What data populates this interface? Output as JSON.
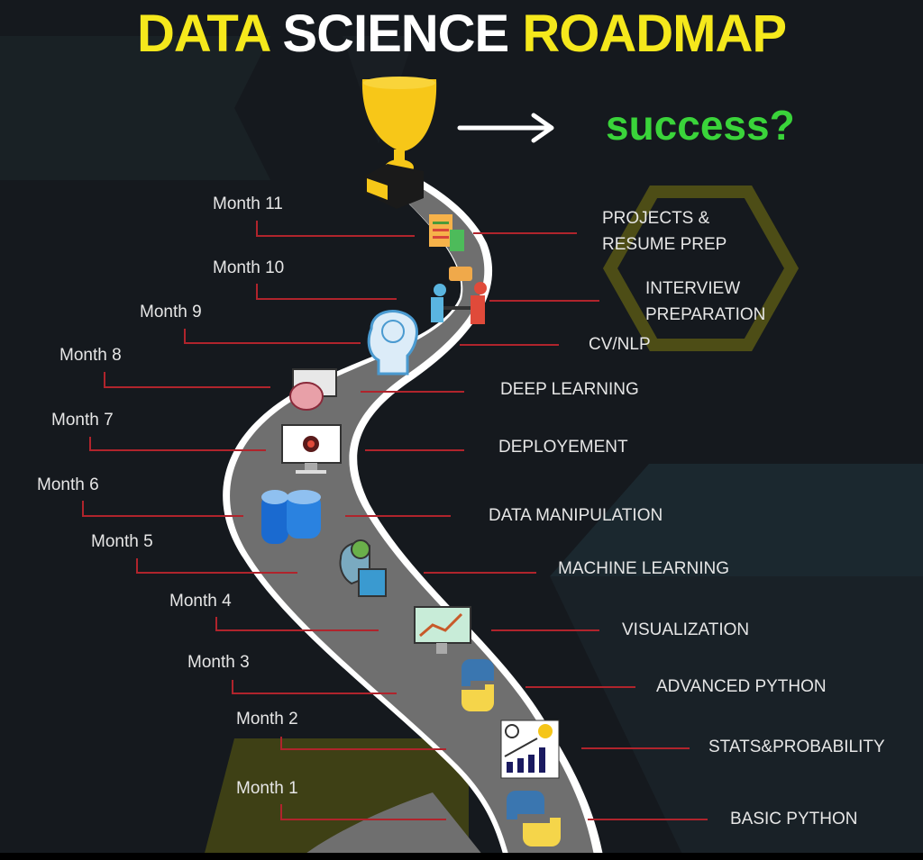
{
  "title": {
    "part1": "DATA",
    "part2": "SCIENCE",
    "part3": "ROADMAP"
  },
  "goal": {
    "icon": "trophy-icon",
    "arrow": "right-arrow-icon",
    "label": "success?"
  },
  "colors": {
    "title_yellow": "#f5e81c",
    "title_white": "#ffffff",
    "success_green": "#3ad43a",
    "background": "#15191e",
    "road": "#6f6f6f",
    "connector_line": "#b0242c",
    "hexagon": "#4d4d16"
  },
  "steps": [
    {
      "month": "Month 1",
      "topic": "BASIC PYTHON",
      "icon": "python-icon"
    },
    {
      "month": "Month 2",
      "topic": "STATS&PROBABILITY",
      "icon": "stats-chart-icon"
    },
    {
      "month": "Month 3",
      "topic": "ADVANCED PYTHON",
      "icon": "python-icon"
    },
    {
      "month": "Month 4",
      "topic": "VISUALIZATION",
      "icon": "monitor-chart-icon"
    },
    {
      "month": "Month 5",
      "topic": "MACHINE LEARNING",
      "icon": "ai-head-gear-icon"
    },
    {
      "month": "Month 6",
      "topic": "DATA MANIPULATION",
      "icon": "database-icon"
    },
    {
      "month": "Month 7",
      "topic": "DEPLOYEMENT",
      "icon": "monitor-gear-icon"
    },
    {
      "month": "Month 8",
      "topic": "DEEP LEARNING",
      "icon": "brain-book-icon"
    },
    {
      "month": "Month 9",
      "topic": "CV/NLP",
      "icon": "neural-head-icon"
    },
    {
      "month": "Month 10",
      "topic_line1": "INTERVIEW",
      "topic_line2": "PREPARATION",
      "icon": "interview-icon"
    },
    {
      "month": "Month 11",
      "topic_line1": "PROJECTS &",
      "topic_line2": "RESUME PREP",
      "icon": "resume-icon"
    }
  ]
}
